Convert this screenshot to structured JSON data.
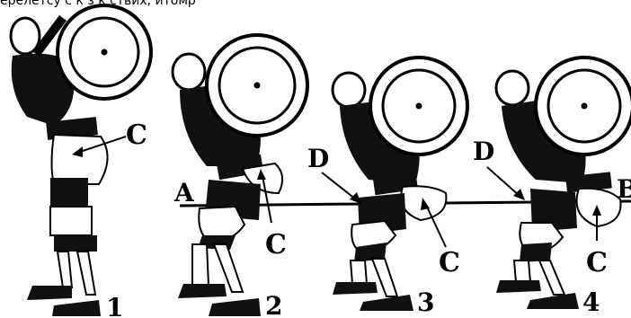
{
  "header_fragment": "ерелетсу с к з к ствих, итомр",
  "labels": {
    "c": "C",
    "d": "D",
    "a": "A",
    "b": "B"
  },
  "figures": [
    {
      "number": "1"
    },
    {
      "number": "2"
    },
    {
      "number": "3"
    },
    {
      "number": "4"
    }
  ]
}
